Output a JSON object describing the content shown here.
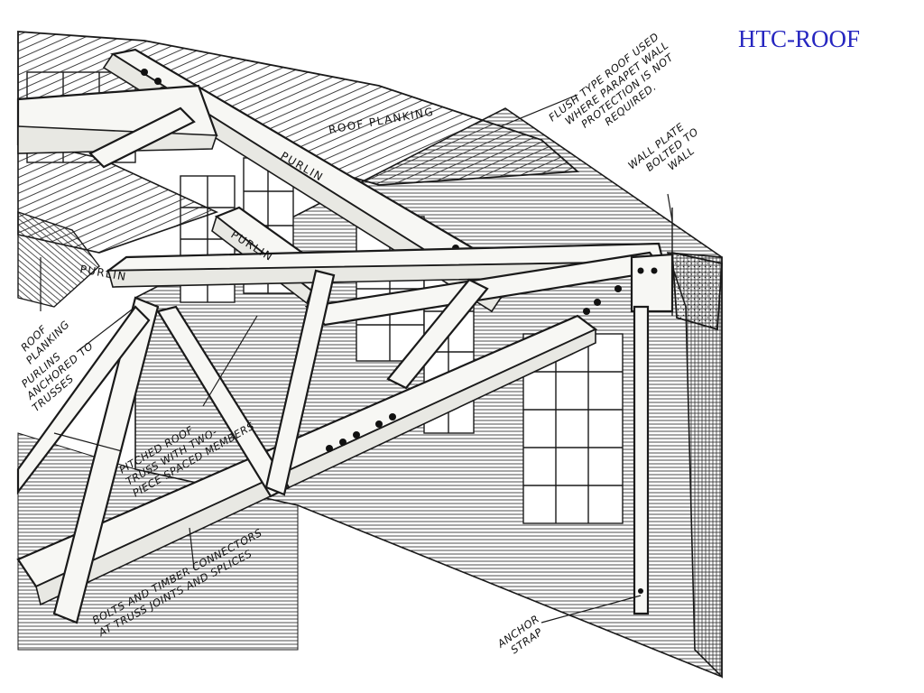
{
  "slide": {
    "title": "HTC-ROOF",
    "title_color": "#2626c0"
  },
  "diagram": {
    "ink_color": "#1a1a1a",
    "labels": {
      "flush_roof": [
        "FLUSH TYPE ROOF USED",
        "WHERE PARAPET WALL",
        "PROTECTION IS NOT",
        "REQUIRED."
      ],
      "wall_plate": [
        "WALL PLATE",
        "BOLTED TO",
        "WALL"
      ],
      "roof_planking_top": "ROOF PLANKING",
      "purlin_upper": "PURLIN",
      "purlin_middle": "PURLIN",
      "purlin_left": "PURLIN",
      "roof_planking_side": [
        "ROOF",
        "PLANKING"
      ],
      "purlins_anchored": [
        "PURLINS",
        "ANCHORED TO",
        "TRUSSES"
      ],
      "pitched_truss": [
        "PITCHED ROOF",
        "TRUSS WITH TWO-",
        "PIECE SPACED MEMBERS"
      ],
      "bolts_connectors": [
        "BOLTS AND TIMBER CONNECTORS",
        "AT TRUSS JOINTS AND SPLICES"
      ],
      "anchor_strap": [
        "ANCHOR",
        "STRAP"
      ]
    }
  }
}
